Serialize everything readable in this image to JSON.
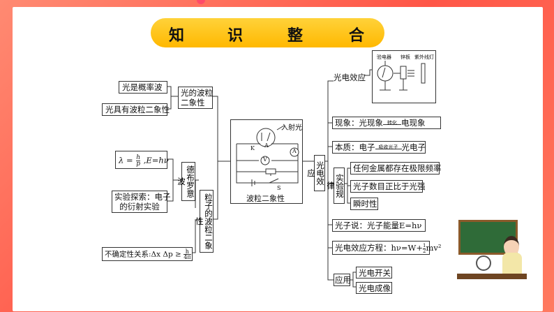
{
  "banner": {
    "chars": [
      "知",
      "识",
      "整",
      "合"
    ]
  },
  "left": {
    "wave_particle": "光的波粒二象性",
    "wave_particle_l1": "光的波粒",
    "wave_particle_l2": "二象性",
    "prob_wave": "光是概率波",
    "dual_nature": "光具有波粒二象性",
    "debroglie": "德布罗意波",
    "lambda_formula": "λ = h/p ,E=hν",
    "lambda_l1": "λ =",
    "lambda_h": "h",
    "lambda_p": "p",
    "lambda_rest": ",E=hν",
    "experiment_l1": "实验探索：电子",
    "experiment_l2": "的衍射实验",
    "particle_wave": "粒子的波粒二象性",
    "uncertainty_prefix": "不确定性关系:",
    "uncertainty_expr": "Δx Δp ≥",
    "uncertainty_num": "h",
    "uncertainty_den": "4π"
  },
  "center": {
    "caption": "波粒二象性",
    "incident_light": "入射光",
    "label_k": "K",
    "label_a": "A",
    "label_v": "V",
    "label_s": "S",
    "photoelectric_vertical": "光电效应"
  },
  "right": {
    "photoelectric_effect": "光电效应",
    "apparatus": {
      "electroscope": "验电器",
      "zinc_plate": "锌板",
      "uv_lamp": "紫外线灯"
    },
    "phenomenon_prefix": "现象：光现象",
    "phenomenon_arrow": "转化",
    "phenomenon_suffix": "电现象",
    "essence_prefix": "本质：电子",
    "essence_arrow": "吸收光子",
    "essence_suffix": "光电子",
    "laws_vertical": "实验规律",
    "law1": "任何金属都存在极限频率",
    "law2": "光子数目正比于光强",
    "law3": "瞬时性",
    "photon_theory": "光子说：光子能量E=hν",
    "equation_prefix": "光电效应方程：hν=W+",
    "equation_num": "1",
    "equation_den": "2",
    "equation_suffix": "mv²",
    "application": "应用",
    "app1": "光电开关",
    "app2": "光电成像"
  }
}
